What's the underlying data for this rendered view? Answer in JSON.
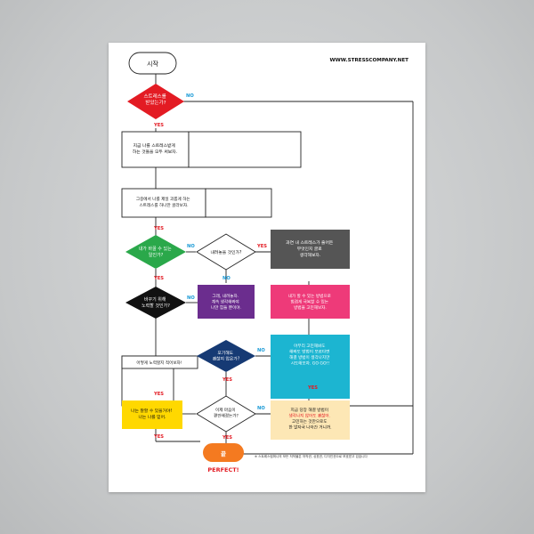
{
  "header": {
    "start_label": "시작",
    "site": "WWW.STRESSCOMPANY.NET"
  },
  "colors": {
    "red": "#e31b23",
    "green": "#2aa84a",
    "black": "#111111",
    "navy": "#163a74",
    "yellow": "#ffd800",
    "orange": "#f47a20",
    "gray": "#555555",
    "purple": "#6b2d8e",
    "pink": "#ee3a79",
    "cyan": "#1cb5d1",
    "cream": "#fde7b5",
    "yes": "#e31b23",
    "no": "#1a9ad6"
  },
  "flow": {
    "d1": "스트레스를\n받았는가?",
    "box1": "지금 나를 스트레스받게\n하는 것들을 모두 써보자.",
    "box2": "그중에서 나를 제일 괴롭게 하는\n스트레스를 하나만 골라보자.",
    "d2": "내가 바꿀 수 있는\n일인가?",
    "d3": "내려놓을 것인가?",
    "gray_box": "과연 내 스트레스가 줄어든\n무엇인지 글로\n생각해보자.",
    "d4": "바꾸기 위해\n노력할 것인가?",
    "purple_box": "그래, 내려놓자.\n계속 생각해봐야\n나만 힘들 뿐이야.",
    "pink_box": "내가 할 수 있는 방법으로\n힘겹게 극복할 수 있는\n방법을 고민해보자.",
    "write_box": "어떻게 노력할지 적어보자!",
    "d5": "포기해도\n괜찮지 않은가?",
    "cyan_box": "아무리 고민해봐도\n해봐도 방법이 모르다면\n해결 방법이 생각나지만\n시도해보자. GO GO!!",
    "yellow_box": "나는 잘할 수 있을거야!\n나는 나를 믿어.",
    "d6": "이제 마음이\n편안해졌는가?",
    "cream_box": "지금 당장 해결 방법이\n생각나지 않아도 괜찮아.\n고민하는 것만으로도\n한 발자국 나아간 거니까.",
    "end_label": "끝",
    "perfect": "PERFECT!",
    "footnote": "※ 스트레스컴퍼니의 모든 저작물은 저작권, 상표권, 디자인권으로 보호받고 있습니다"
  },
  "labels": {
    "yes": "YES",
    "no": "NO"
  }
}
